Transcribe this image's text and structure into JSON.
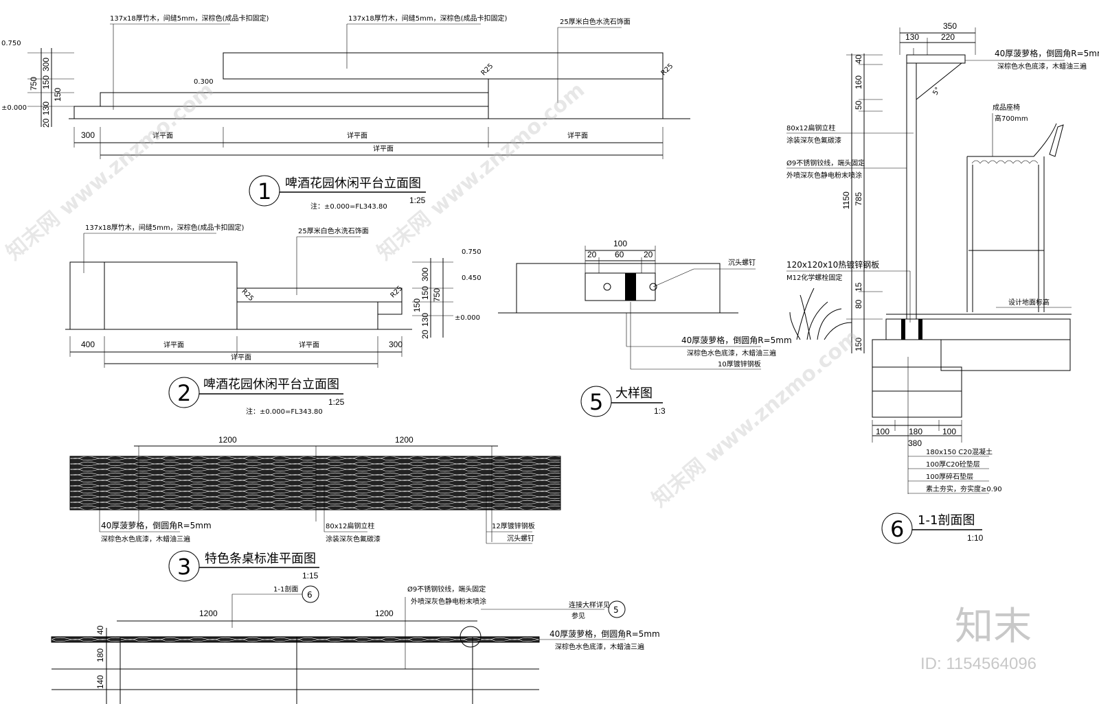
{
  "drawings": {
    "d1": {
      "number": "1",
      "title": "啤酒花园休闲平台立面图",
      "scale": "1:25",
      "note": "注：±0.000=FL343.80",
      "labels": {
        "bamboo_a": "137x18厚竹木，间缝5mm，深棕色(成品卡扣固定)",
        "bamboo_b": "137x18厚竹木，间缝5mm，深棕色(成品卡扣固定)",
        "stone": "25厚米白色水洗石饰面",
        "lvl_top": "0.750",
        "lvl_mid": "0.300",
        "lvl_zero": "±0.000",
        "r25a": "R25",
        "r25b": "R25",
        "dims_v": [
          "300",
          "150",
          "150",
          "130",
          "750",
          "20"
        ],
        "dim_300": "300",
        "see_plan_1": "详平面",
        "see_plan_2": "详平面",
        "see_plan_3": "详平面",
        "see_plan_4": "详平面"
      }
    },
    "d2": {
      "number": "2",
      "title": "啤酒花园休闲平台立面图",
      "scale": "1:25",
      "note": "注：±0.000=FL343.80",
      "labels": {
        "bamboo": "137x18厚竹木，间缝5mm，深棕色(成品卡扣固定)",
        "stone": "25厚米白色水洗石饰面",
        "lvl_top": "0.750",
        "lvl_mid": "0.450",
        "lvl_zero": "±0.000",
        "r25a": "R25",
        "r25b": "R25",
        "dims_v": [
          "300",
          "150",
          "150",
          "130",
          "750",
          "20"
        ],
        "dim_400": "400",
        "dim_300": "300",
        "see_plan_1": "详平面",
        "see_plan_2": "详平面",
        "see_plan_3": "详平面"
      }
    },
    "d3": {
      "number": "3",
      "title": "特色条桌标准平面图",
      "scale": "1:15",
      "labels": {
        "dim_a": "1200",
        "dim_b": "1200",
        "top_a": "40厚菠萝格，倒圆角R=5mm",
        "top_b": "深棕色水色底漆，木蜡油三遍",
        "post_a": "80x12扁钢立柱",
        "post_b": "涂装深灰色氟碳漆",
        "plate": "12厚镀锌钢板",
        "screw": "沉头螺钉"
      }
    },
    "d4": {
      "labels": {
        "section_ref": "1-1剖面",
        "section_no": "6",
        "cable_a": "Ø9不锈钢铰线，端头固定",
        "cable_b": "外喷深灰色静电粉末喷涂",
        "detail_ref": "连接大样详见",
        "detail_ref_b": "参见",
        "detail_no": "5",
        "top_a": "40厚菠萝格，倒圆角R=5mm",
        "top_b": "深棕色水色底漆，木蜡油三遍",
        "dim_a": "1200",
        "dim_b": "1200",
        "dim_v1": "40",
        "dim_v2": "180",
        "dim_v3": "140"
      }
    },
    "d5": {
      "number": "5",
      "title": "大样图",
      "scale": "1:3",
      "labels": {
        "dim_100": "100",
        "dim_20a": "20",
        "dim_60": "60",
        "dim_20b": "20",
        "screw": "沉头螺钉",
        "top_a": "40厚菠萝格，倒圆角R=5mm",
        "top_b": "深棕色水色底漆，木蜡油三遍",
        "plate": "10厚镀锌钢板"
      }
    },
    "d6": {
      "number": "6",
      "title": "1-1剖面图",
      "scale": "1:10",
      "labels": {
        "dim_350": "350",
        "dim_130": "130",
        "dim_220": "220",
        "top_a": "40厚菠萝格，倒圆角R=5mm",
        "top_b": "深棕色水色底漆，木蜡油三遍",
        "angle": "5°",
        "post_a": "80x12扁钢立柱",
        "post_b": "涂装深灰色氟碳漆",
        "cable_a": "Ø9不锈钢铰线，端头固定",
        "cable_b": "外喷深灰色静电粉末喷涂",
        "chair_a": "成品座椅",
        "chair_b": "高700mm",
        "plate_a": "120x120x10热镀锌钢板",
        "plate_b": "M12化学螺栓固定",
        "ground": "设计地面标高",
        "dims_v": [
          "40",
          "160",
          "50",
          "785",
          "1150",
          "15",
          "80",
          "150"
        ],
        "dim_100a": "100",
        "dim_180": "180",
        "dim_100b": "100",
        "dim_380": "380",
        "layer_1": "180x150 C20混凝土",
        "layer_2": "100厚C20砼垫层",
        "layer_3": "100厚碎石垫层",
        "layer_4": "素土夯实，夯实度≥0.90"
      }
    }
  },
  "watermark": {
    "logo": "知末",
    "id": "ID: 1154564096",
    "site": "知末网 www.znzmo.com"
  }
}
